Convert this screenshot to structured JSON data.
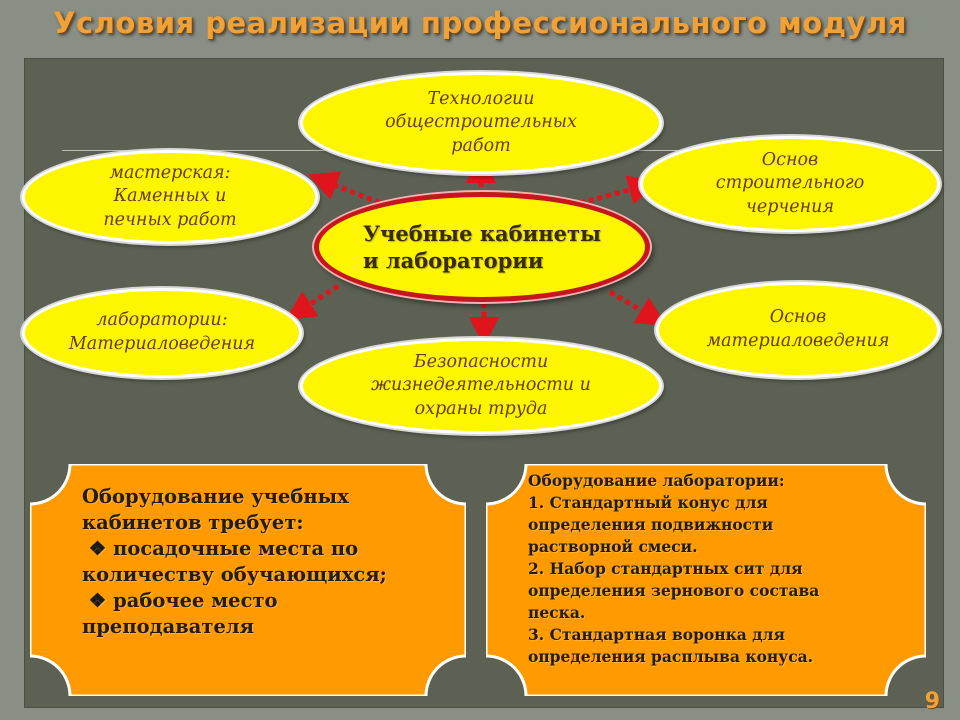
{
  "title": "Условия реализации профессионального модуля",
  "center": {
    "line1": "Учебные кабинеты",
    "line2": "и лаборатории"
  },
  "nodes": {
    "top": [
      "Технологии",
      "общестроительных",
      "работ"
    ],
    "left_upper": [
      "мастерская:",
      "Каменных и",
      "печных работ"
    ],
    "right_upper": [
      "Основ",
      "строительного",
      "черчения"
    ],
    "left_lower": [
      "лаборатории:",
      "Материаловедения"
    ],
    "right_lower": [
      "Основ",
      "материаловедения"
    ],
    "bottom": [
      "Безопасности",
      "жизнедеятельности и",
      "охраны труда"
    ]
  },
  "left_box": {
    "heading1": "Оборудование учебных",
    "heading2": "кабинетов требует:",
    "item1_line1": "посадочные места по",
    "item1_line2": "количеству обучающихся;",
    "item2_line1": "рабочее место",
    "item2_line2": "преподавателя",
    "bullet": "❖"
  },
  "right_box": {
    "lines": [
      "Оборудование лаборатории:",
      "1. Стандартный конус для",
      "определения подвижности",
      "растворной смеси.",
      "2. Набор стандартных сит для",
      "определения зернового состава",
      "песка.",
      "3. Стандартная воронка для",
      "определения расплыва конуса."
    ]
  },
  "page_number": "9",
  "colors": {
    "ellipse_fill": "#fdf600",
    "center_border": "#c4161c",
    "box_fill": "#ff9a00",
    "title": "#f0a23a",
    "background_panel": "#5c6153"
  }
}
